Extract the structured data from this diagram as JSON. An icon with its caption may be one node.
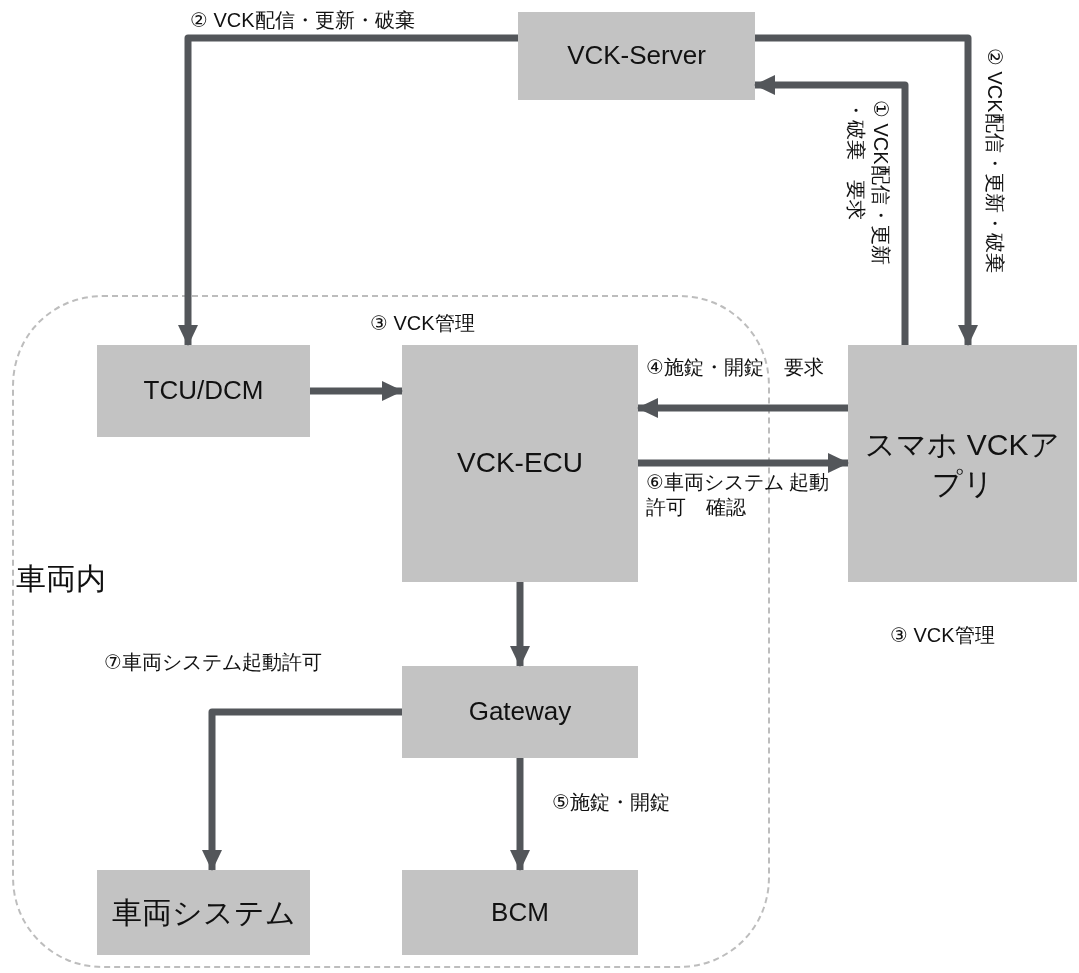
{
  "diagram": {
    "nodes": [
      {
        "text": [
          "VCK-Server"
        ]
      },
      {
        "text": [
          "車両内"
        ]
      },
      {
        "text": [
          "TCU/DCM"
        ],
        "in": 1
      },
      {
        "text": [
          "VCK-ECU"
        ],
        "in": 1,
        "beside": [
          "③ VCK管理"
        ]
      },
      {
        "text": [
          "スマホ VCKアプリ"
        ],
        "beside": [
          "③ VCK管理"
        ]
      },
      {
        "text": [
          "Gateway"
        ],
        "in": 1
      },
      {
        "text": [
          "車両システム"
        ],
        "in": 1
      },
      {
        "text": [
          "BCM"
        ],
        "in": 1
      }
    ],
    "edges": [
      {
        "from": 0,
        "to": 2,
        "arrow": "to",
        "label": "② VCK配信・更新・破棄"
      },
      {
        "from": 0,
        "to": 4,
        "arrow": "to",
        "label": "② VCK配信・更新・破棄"
      },
      {
        "from": 4,
        "to": 0,
        "arrow": "to",
        "label": "① VCK配信・更新・破棄　要求"
      },
      {
        "from": 2,
        "to": 3,
        "arrow": "to"
      },
      {
        "from": 4,
        "to": 3,
        "arrow": "to",
        "label": "④施錠・開錠　要求"
      },
      {
        "from": 3,
        "to": 4,
        "arrow": "to",
        "label": "⑥車両システム 起動許可　確認"
      },
      {
        "from": 3,
        "to": 5,
        "arrow": "to"
      },
      {
        "from": 5,
        "to": 6,
        "arrow": "to",
        "label": "⑦車両システム起動許可"
      },
      {
        "from": 5,
        "to": 7,
        "arrow": "to",
        "label": "⑤施錠・開錠"
      }
    ]
  }
}
